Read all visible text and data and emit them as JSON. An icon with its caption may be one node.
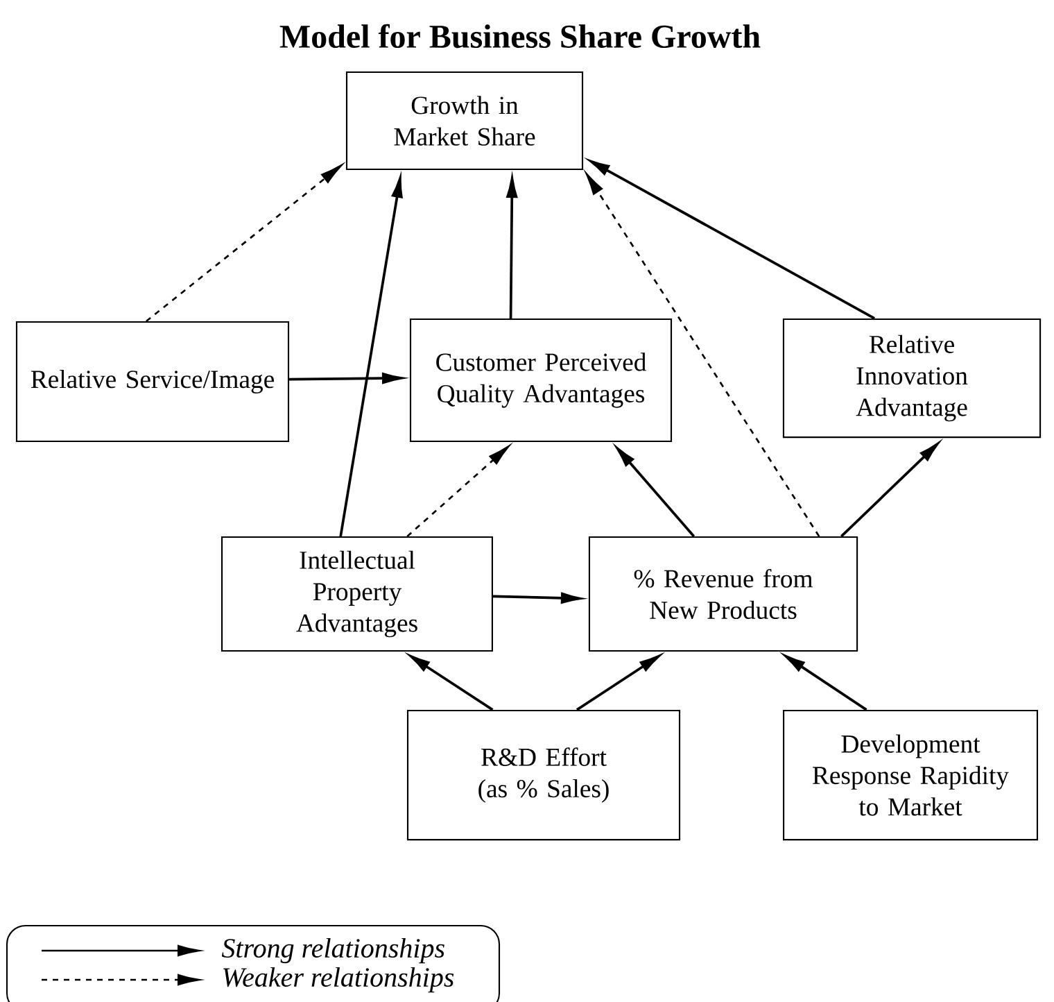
{
  "diagram": {
    "title": "Model for Business Share Growth",
    "nodes": [
      {
        "text": [
          "Growth in Market Share"
        ]
      },
      {
        "text": [
          "Relative Service/Image"
        ]
      },
      {
        "text": [
          "Customer Perceived Quality Advantages"
        ]
      },
      {
        "text": [
          "Relative Innovation Advantage"
        ]
      },
      {
        "text": [
          "Intellectual Property Advantages"
        ]
      },
      {
        "text": [
          "% Revenue from New Products"
        ]
      },
      {
        "text": [
          "R&D Effort (as % Sales)"
        ]
      },
      {
        "text": [
          "Development Response Rapidity to Market"
        ]
      }
    ],
    "edges": [
      {
        "from": 1,
        "to": 0,
        "arrow": "to",
        "style": "dashed"
      },
      {
        "from": 2,
        "to": 0,
        "arrow": "to"
      },
      {
        "from": 4,
        "to": 0,
        "arrow": "to"
      },
      {
        "from": 5,
        "to": 0,
        "arrow": "to",
        "style": "dashed"
      },
      {
        "from": 3,
        "to": 0,
        "arrow": "to"
      },
      {
        "from": 1,
        "to": 2,
        "arrow": "to"
      },
      {
        "from": 4,
        "to": 2,
        "arrow": "to",
        "style": "dashed"
      },
      {
        "from": 5,
        "to": 2,
        "arrow": "to"
      },
      {
        "from": 5,
        "to": 3,
        "arrow": "to"
      },
      {
        "from": 4,
        "to": 5,
        "arrow": "to"
      },
      {
        "from": 6,
        "to": 4,
        "arrow": "to"
      },
      {
        "from": 6,
        "to": 5,
        "arrow": "to"
      },
      {
        "from": 7,
        "to": 5,
        "arrow": "to"
      }
    ],
    "legend": [
      {
        "text": "Strong relationships"
      },
      {
        "text": "Weaker relationships"
      }
    ]
  }
}
